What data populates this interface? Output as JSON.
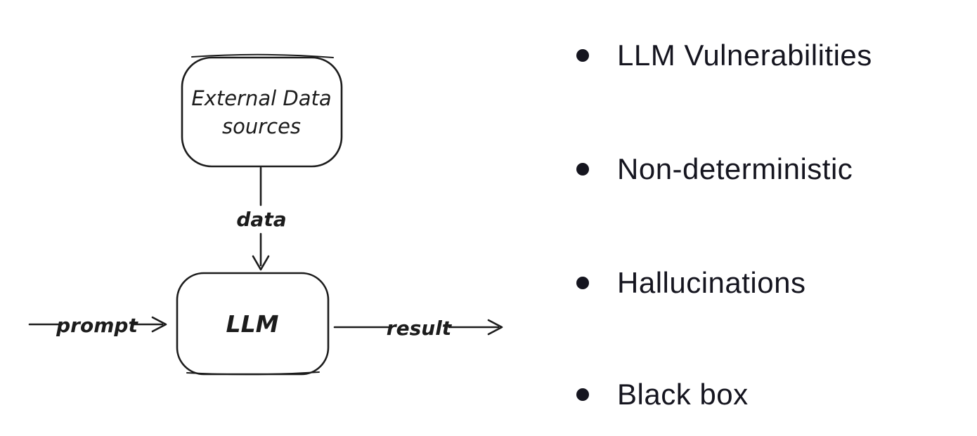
{
  "diagram": {
    "external_box": {
      "line1": "External Data",
      "line2": "sources"
    },
    "llm_box": {
      "label": "LLM"
    },
    "edges": {
      "data_label": "data",
      "prompt_label": "prompt",
      "result_label": "result"
    }
  },
  "bullets": {
    "items": [
      {
        "label": "LLM Vulnerabilities"
      },
      {
        "label": "Non-deterministic"
      },
      {
        "label": "Hallucinations"
      },
      {
        "label": "Black box"
      }
    ]
  },
  "colors": {
    "background": "#ffffff",
    "diagram_ink": "#1c1c1c",
    "list_text": "#15151f"
  }
}
